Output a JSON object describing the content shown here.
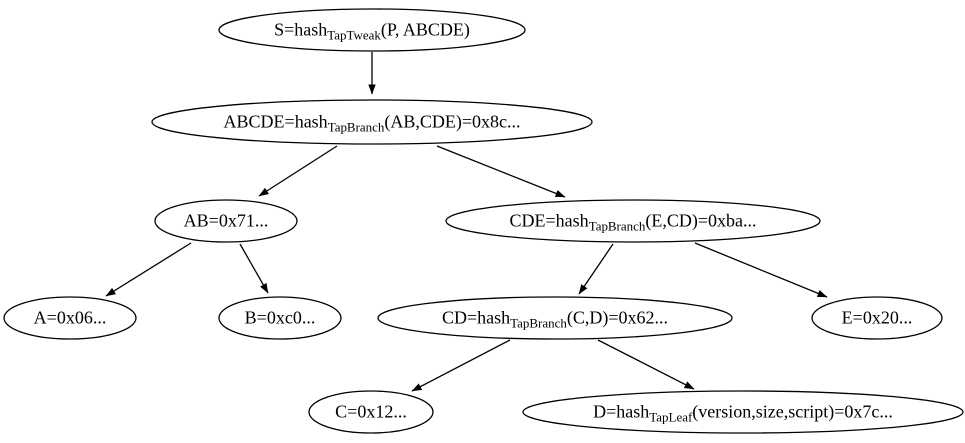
{
  "diagram": {
    "type": "tree",
    "description_colors": {
      "stroke": "#000000",
      "text": "#000000",
      "background": "#ffffff"
    },
    "nodes": [
      {
        "id": "S",
        "prefix": "S=hash",
        "sub": "TapTweak",
        "suffix": "(P, ABCDE)"
      },
      {
        "id": "ABCDE",
        "prefix": "ABCDE=hash",
        "sub": "TapBranch",
        "suffix": "(AB,CDE)=0x8c..."
      },
      {
        "id": "AB",
        "prefix": "AB=0x71...",
        "sub": "",
        "suffix": ""
      },
      {
        "id": "CDE",
        "prefix": "CDE=hash",
        "sub": "TapBranch",
        "suffix": "(E,CD)=0xba..."
      },
      {
        "id": "A",
        "prefix": "A=0x06...",
        "sub": "",
        "suffix": ""
      },
      {
        "id": "B",
        "prefix": "B=0xc0...",
        "sub": "",
        "suffix": ""
      },
      {
        "id": "CD",
        "prefix": "CD=hash",
        "sub": "TapBranch",
        "suffix": "(C,D)=0x62..."
      },
      {
        "id": "E",
        "prefix": "E=0x20...",
        "sub": "",
        "suffix": ""
      },
      {
        "id": "C",
        "prefix": "C=0x12...",
        "sub": "",
        "suffix": ""
      },
      {
        "id": "D",
        "prefix": "D=hash",
        "sub": "TapLeaf",
        "suffix": "(version,size,script)=0x7c..."
      }
    ],
    "edges": [
      {
        "from": "S",
        "to": "ABCDE"
      },
      {
        "from": "ABCDE",
        "to": "AB"
      },
      {
        "from": "ABCDE",
        "to": "CDE"
      },
      {
        "from": "AB",
        "to": "A"
      },
      {
        "from": "AB",
        "to": "B"
      },
      {
        "from": "CDE",
        "to": "CD"
      },
      {
        "from": "CDE",
        "to": "E"
      },
      {
        "from": "CD",
        "to": "C"
      },
      {
        "from": "CD",
        "to": "D"
      }
    ]
  }
}
